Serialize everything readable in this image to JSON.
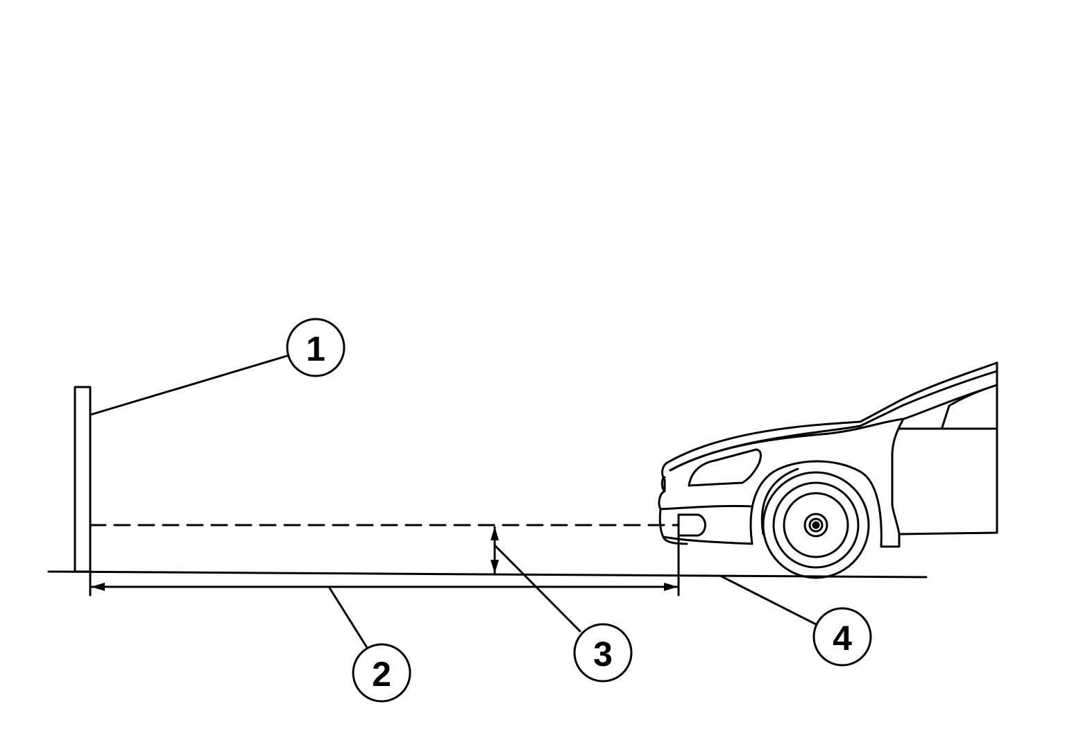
{
  "diagram": {
    "colors": {
      "ink": "#000000",
      "background": "#ffffff"
    },
    "callouts": [
      {
        "id": "1",
        "label": "1",
        "refers_to": "wall-screen"
      },
      {
        "id": "2",
        "label": "2",
        "refers_to": "distance-dimension"
      },
      {
        "id": "3",
        "label": "3",
        "refers_to": "height-dimension"
      },
      {
        "id": "4",
        "label": "4",
        "refers_to": "ground-line"
      }
    ]
  }
}
